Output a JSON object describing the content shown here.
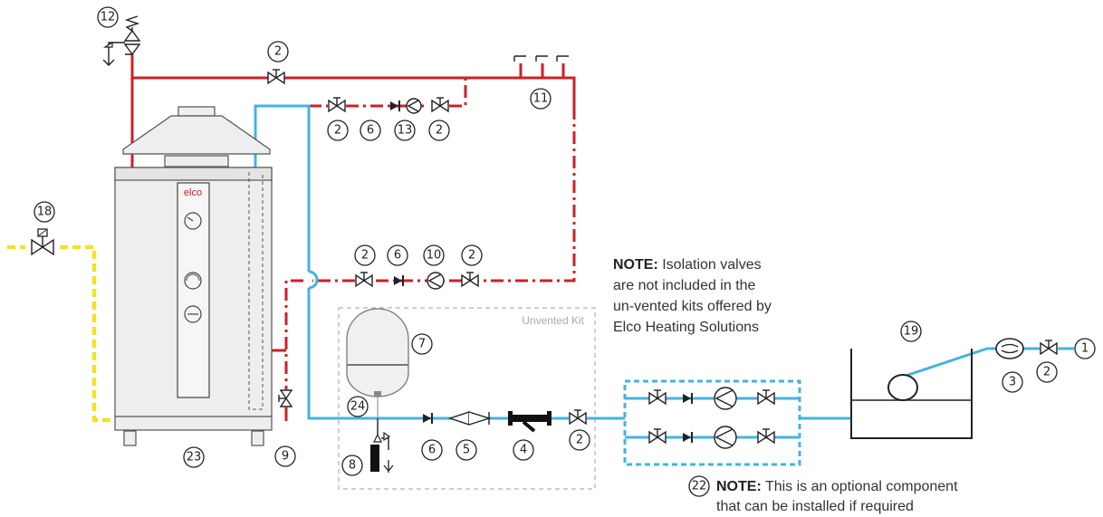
{
  "diagram": {
    "brand_label": "elco",
    "kit_label": "Unvented Kit",
    "note_isolation": {
      "bold": "NOTE:",
      "line1_rest": " Isolation valves",
      "line2": "are not included in the",
      "line3": "un-vented kits offered by",
      "line4": "Elco Heating Solutions"
    },
    "note_optional": {
      "bold": "NOTE:",
      "line1_rest": " This is an optional component",
      "line2": "that can be installed if required"
    },
    "labels": {
      "n12": "12",
      "n2_top": "2",
      "n2_a": "2",
      "n6_a": "6",
      "n13": "13",
      "n2_b": "2",
      "n11": "11",
      "n18": "18",
      "n2_c": "2",
      "n6_b": "6",
      "n10": "10",
      "n2_d": "2",
      "n7": "7",
      "n24": "24",
      "n6_c": "6",
      "n5": "5",
      "n4": "4",
      "n2_e": "2",
      "n8": "8",
      "n9": "9",
      "n23": "23",
      "n19": "19",
      "n1": "1",
      "n3": "3",
      "n2_f": "2",
      "n22": "22"
    },
    "colors": {
      "hot_water": "#cc2027",
      "cold_water": "#45b3e0",
      "yellow_line": "#f2e12a",
      "kit_border": "#b0b0b0"
    }
  }
}
